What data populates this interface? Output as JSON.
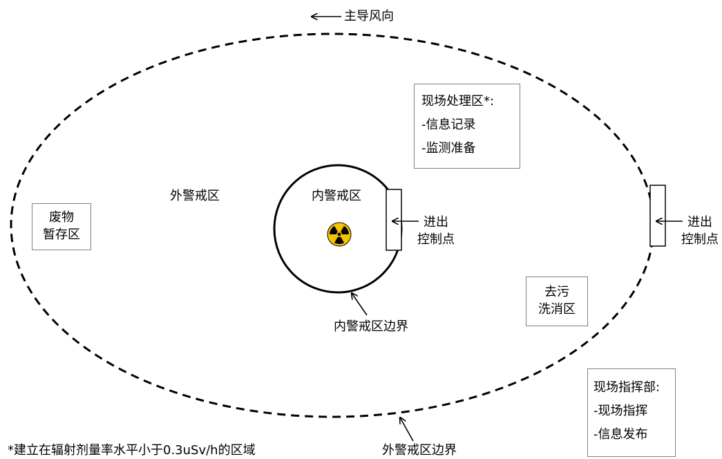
{
  "wind": {
    "label": "主导风向"
  },
  "outer_zone": {
    "label": "外警戒区",
    "boundary_label": "外警戒区边界"
  },
  "inner_zone": {
    "label": "内警戒区",
    "boundary_label": "内警戒区边界"
  },
  "waste_area": {
    "line1": "废物",
    "line2": "暂存区"
  },
  "onsite_processing": {
    "title": "现场处理区*:",
    "items": [
      "-信息记录",
      "-监测准备"
    ]
  },
  "checkpoint_inner": {
    "line1": "进出",
    "line2": "控制点"
  },
  "checkpoint_outer": {
    "line1": "进出",
    "line2": "控制点"
  },
  "decon_area": {
    "line1": "去污",
    "line2": "洗消区"
  },
  "command_post": {
    "title": "现场指挥部:",
    "items": [
      "-现场指挥",
      "-信息发布"
    ]
  },
  "footnote": "*建立在辐射剂量率水平小于0.3uSv/h的区域",
  "radiation_symbol": {
    "icon": "radiation-icon",
    "fill": "#f5c400"
  }
}
